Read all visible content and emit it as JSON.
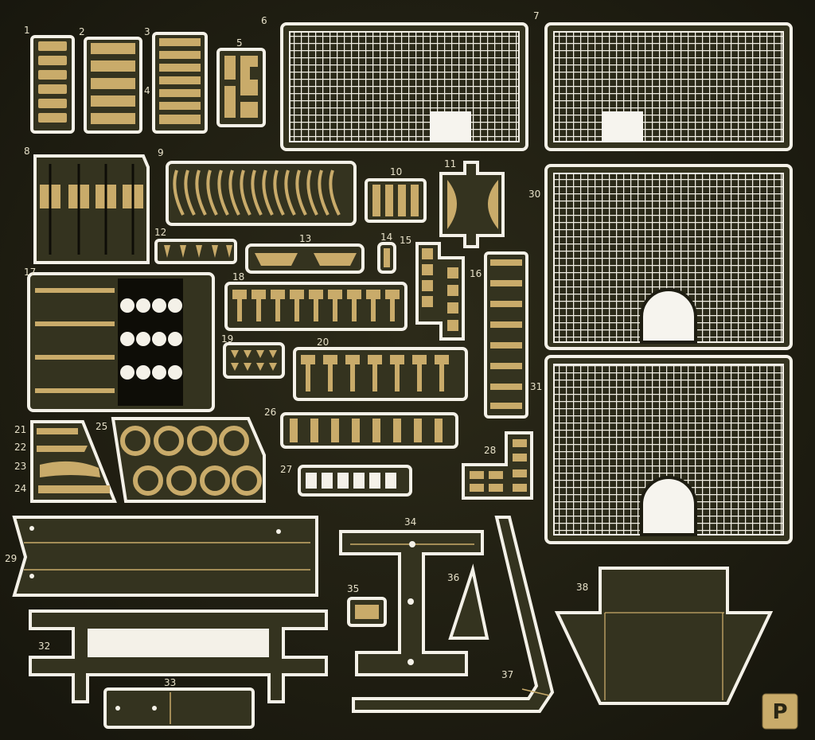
{
  "sheet": {
    "colors": {
      "background": "#1e1d12",
      "fret": "#f4f1e8",
      "brass": "#c9ab6a"
    },
    "part_numbers": [
      "1",
      "2",
      "3",
      "4",
      "5",
      "6",
      "7",
      "8",
      "9",
      "10",
      "11",
      "12",
      "13",
      "14",
      "15",
      "16",
      "17",
      "18",
      "19",
      "20",
      "21",
      "22",
      "23",
      "24",
      "25",
      "26",
      "27",
      "28",
      "29",
      "30",
      "31",
      "32",
      "33",
      "34",
      "35",
      "36",
      "37",
      "38"
    ],
    "maker_mark": "P"
  }
}
